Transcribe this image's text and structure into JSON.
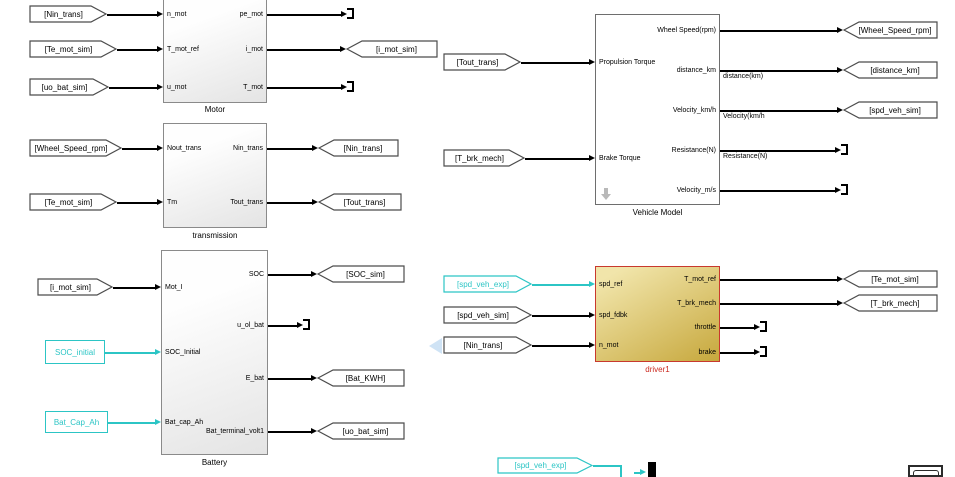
{
  "colors": {
    "cyan": "#2cc5c5",
    "block_border": "#8a8a8a",
    "driver_border": "#c8392e",
    "driver_text": "#cb2a20",
    "driver_fill_top": "#f1e5aa",
    "driver_fill_bottom": "#c7a83d",
    "badge_gray": "#b9b9b9",
    "pale_blue": "#cfe3f5",
    "wire": "#000000"
  },
  "blocks": {
    "motor": {
      "name": "Motor",
      "inputs": [
        "n_mot",
        "T_mot_ref",
        "u_mot"
      ],
      "outputs": [
        "pe_mot",
        "i_mot",
        "T_mot"
      ]
    },
    "transmission": {
      "name": "transmission",
      "inputs": [
        "Nout_trans",
        "Tm"
      ],
      "outputs": [
        "Nin_trans",
        "Tout_trans"
      ]
    },
    "battery": {
      "name": "Battery",
      "inputs": [
        "Mot_I",
        "SOC_Initial",
        "Bat_cap_Ah"
      ],
      "outputs": [
        "SOC",
        "u_ol_bat",
        "E_bat",
        "Bat_terminal_volt1"
      ]
    },
    "vehicle": {
      "name": "Vehicle Model",
      "inputs": [
        "Propulsion Torque",
        "Brake Torque"
      ],
      "outputs": [
        "Wheel Speed(rpm)",
        "distance_km",
        "Velocity_km/h",
        "Resistance(N)",
        "Velocity_m/s"
      ]
    },
    "driver": {
      "name": "driver1",
      "inputs": [
        "spd_ref",
        "spd_fdbk",
        "n_mot"
      ],
      "outputs": [
        "T_mot_ref",
        "T_brk_mech",
        "throttle",
        "brake"
      ]
    }
  },
  "from_tags": {
    "nin_trans_motor": "[Nin_trans]",
    "te_mot_sim_motor": "[Te_mot_sim]",
    "uo_bat_sim_motor": "[uo_bat_sim]",
    "wheel_speed_rpm": "[Wheel_Speed_rpm]",
    "te_mot_sim_trans": "[Te_mot_sim]",
    "i_mot_sim": "[i_mot_sim]",
    "tout_trans": "[Tout_trans]",
    "t_brk_mech": "[T_brk_mech]",
    "spd_veh_exp": "[spd_veh_exp]",
    "spd_veh_sim": "[spd_veh_sim]",
    "nin_trans_driver": "[Nin_trans]",
    "spd_veh_exp_bottom": "[spd_veh_exp]"
  },
  "goto_tags": {
    "i_mot_sim": "[i_mot_sim]",
    "nin_trans": "[Nin_trans]",
    "tout_trans": "[Tout_trans]",
    "soc_sim": "[SOC_sim]",
    "bat_kwh": "[Bat_KWH]",
    "uo_bat_sim": "[uo_bat_sim]",
    "wheel_speed_rpm": "[Wheel_Speed_rpm]",
    "distance_km": "[distance_km]",
    "spd_veh_sim": "[spd_veh_sim]",
    "te_mot_sim": "[Te_mot_sim]",
    "t_brk_mech": "[T_brk_mech]"
  },
  "constants": {
    "soc_initial": "SOC_initial",
    "bat_cap_ah": "Bat_Cap_Ah"
  },
  "signal_labels": {
    "distance": "distance(km)",
    "velocity": "Velocity(km/h",
    "resistance": "Resistance(N)"
  }
}
